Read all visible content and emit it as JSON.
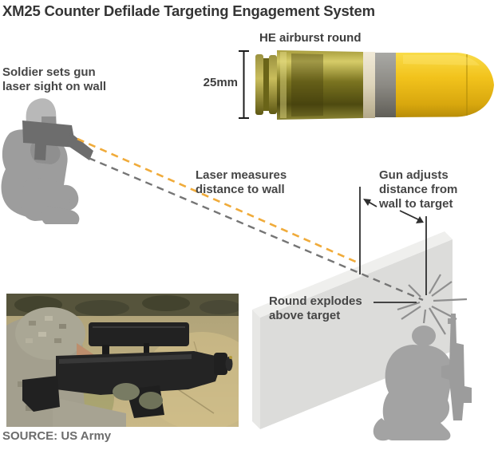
{
  "title": "XM25 Counter Defilade Targeting Engagement System",
  "round": {
    "label": "HE airburst round",
    "caliber_label": "25mm"
  },
  "callouts": {
    "soldier": [
      "Soldier sets gun",
      "laser sight on wall"
    ],
    "laser": [
      "Laser measures",
      "distance to wall"
    ],
    "gun_adjust": [
      "Gun adjusts",
      "distance from",
      "wall to target"
    ],
    "explode": [
      "Round explodes",
      "above target"
    ]
  },
  "source": "SOURCE: US Army",
  "colors": {
    "title_text": "#353535",
    "callout_text": "#464646",
    "source_text": "#6c6c6c",
    "laser_beam": "#f0ab3a",
    "trajectory": "#757575",
    "soldier_silhouette": "#9d9d9d",
    "weapon_silhouette": "#6d6d6d",
    "enemy_silhouette": "#a3a3a3",
    "wall_front": "#dcdcda",
    "wall_top": "#efefed",
    "burst_rays": "#8f8f8f",
    "marker_lines": "#2f2f2f",
    "casing_olive": "#8d851f",
    "band_cream": "#e9e2cf",
    "band_gray": "#8c8a84",
    "projectile_yellow": "#f2c31c"
  }
}
